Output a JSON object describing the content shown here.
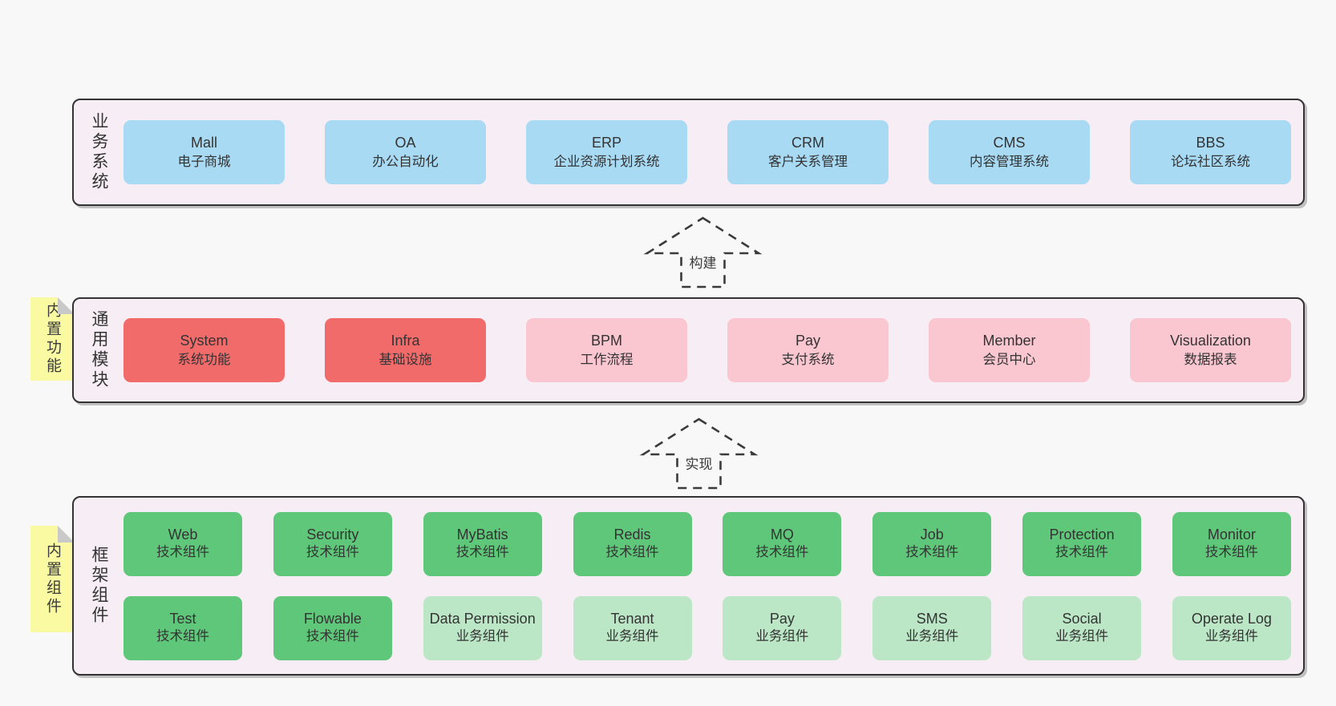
{
  "colors": {
    "page_bg": "#f8f8f8",
    "band_bg": "#f7eef5",
    "band_border": "#333333",
    "blue": "#a8daf3",
    "red": "#f16b6b",
    "pink": "#fac6d0",
    "green_dark": "#5fc779",
    "green_light": "#bce7c6",
    "note_yellow": "#fafaa2",
    "note_fold": "#c9c9c9",
    "text": "#333333"
  },
  "arrows": [
    {
      "label": "构建"
    },
    {
      "label": "实现"
    }
  ],
  "bands": [
    {
      "id": "business-systems",
      "label": "业务系统",
      "boxes": [
        {
          "name": "Mall",
          "desc": "电子商城",
          "type": "blue"
        },
        {
          "name": "OA",
          "desc": "办公自动化",
          "type": "blue"
        },
        {
          "name": "ERP",
          "desc": "企业资源计划系统",
          "type": "blue"
        },
        {
          "name": "CRM",
          "desc": "客户关系管理",
          "type": "blue"
        },
        {
          "name": "CMS",
          "desc": "内容管理系统",
          "type": "blue"
        },
        {
          "name": "BBS",
          "desc": "论坛社区系统",
          "type": "blue"
        }
      ]
    },
    {
      "id": "common-modules",
      "label": "通用模块",
      "note": "内置功能",
      "boxes": [
        {
          "name": "System",
          "desc": "系统功能",
          "type": "red"
        },
        {
          "name": "Infra",
          "desc": "基础设施",
          "type": "red"
        },
        {
          "name": "BPM",
          "desc": "工作流程",
          "type": "pink"
        },
        {
          "name": "Pay",
          "desc": "支付系统",
          "type": "pink"
        },
        {
          "name": "Member",
          "desc": "会员中心",
          "type": "pink"
        },
        {
          "name": "Visualization",
          "desc": "数据报表",
          "type": "pink"
        }
      ]
    },
    {
      "id": "framework-components",
      "label": "框架组件",
      "note": "内置组件",
      "rows": [
        [
          {
            "name": "Web",
            "desc": "技术组件",
            "type": "green-dark"
          },
          {
            "name": "Security",
            "desc": "技术组件",
            "type": "green-dark"
          },
          {
            "name": "MyBatis",
            "desc": "技术组件",
            "type": "green-dark"
          },
          {
            "name": "Redis",
            "desc": "技术组件",
            "type": "green-dark"
          },
          {
            "name": "MQ",
            "desc": "技术组件",
            "type": "green-dark"
          },
          {
            "name": "Job",
            "desc": "技术组件",
            "type": "green-dark"
          },
          {
            "name": "Protection",
            "desc": "技术组件",
            "type": "green-dark"
          },
          {
            "name": "Monitor",
            "desc": "技术组件",
            "type": "green-dark"
          }
        ],
        [
          {
            "name": "Test",
            "desc": "技术组件",
            "type": "green-dark"
          },
          {
            "name": "Flowable",
            "desc": "技术组件",
            "type": "green-dark"
          },
          {
            "name": "Data Permission",
            "desc": "业务组件",
            "type": "green-light"
          },
          {
            "name": "Tenant",
            "desc": "业务组件",
            "type": "green-light"
          },
          {
            "name": "Pay",
            "desc": "业务组件",
            "type": "green-light"
          },
          {
            "name": "SMS",
            "desc": "业务组件",
            "type": "green-light"
          },
          {
            "name": "Social",
            "desc": "业务组件",
            "type": "green-light"
          },
          {
            "name": "Operate Log",
            "desc": "业务组件",
            "type": "green-light"
          }
        ]
      ]
    }
  ]
}
